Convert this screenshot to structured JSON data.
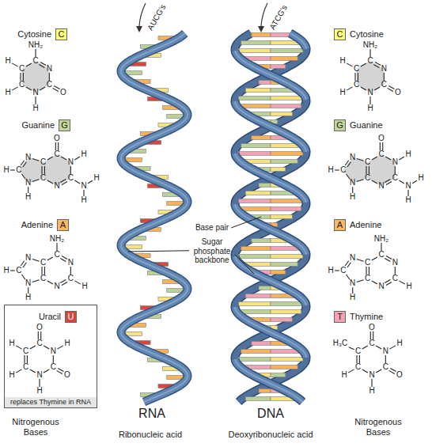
{
  "diagram": {
    "nodes": [
      {
        "text": [
          "Cytosine",
          "C"
        ]
      },
      {
        "text": [
          "C",
          "Cytosine"
        ]
      },
      {
        "text": [
          "Guanine",
          "G"
        ]
      },
      {
        "text": [
          "G",
          "Guanine"
        ]
      },
      {
        "text": [
          "Adenine",
          "A"
        ]
      },
      {
        "text": [
          "A",
          "Adenine"
        ]
      },
      {
        "text": [
          "replaces Thymine in RNA"
        ]
      },
      {
        "text": [
          "Uracil",
          "U"
        ],
        "in": 6
      },
      {
        "text": [
          "T",
          "Thymine"
        ]
      }
    ],
    "labels": [
      "AUCG's",
      "ATCG's",
      "Base pair",
      "Sugar phosphate backbone",
      "RNA",
      "Ribonucleic acid",
      "DNA",
      "Deoxyribonucleic acid",
      "Nitrogenous Bases",
      "Nitrogenous Bases",
      "NH₂",
      "C",
      "N",
      "C",
      "O",
      "N",
      "H",
      "C",
      "H",
      "C",
      "H",
      "NH₂",
      "C",
      "N",
      "C",
      "O",
      "N",
      "H",
      "C",
      "H",
      "C",
      "H",
      "O",
      "C",
      "N",
      "H",
      "C",
      "N",
      "H",
      "H",
      "N",
      "C",
      "C",
      "N",
      "C",
      "H",
      "N",
      "H",
      "O",
      "C",
      "N",
      "H",
      "C",
      "N",
      "H",
      "H",
      "N",
      "C",
      "C",
      "N",
      "C",
      "H",
      "N",
      "H",
      "NH₂",
      "C",
      "N",
      "C",
      "H",
      "N",
      "C",
      "C",
      "N",
      "C",
      "H",
      "N",
      "H",
      "NH₂",
      "C",
      "N",
      "C",
      "H",
      "N",
      "C",
      "C",
      "N",
      "C",
      "H",
      "N",
      "H",
      "O",
      "C",
      "N",
      "H",
      "C",
      "O",
      "N",
      "H",
      "C",
      "H",
      "C",
      "H",
      "O",
      "C",
      "N",
      "H",
      "C",
      "O",
      "N",
      "H",
      "C",
      "H",
      "C",
      "H₃C"
    ]
  }
}
